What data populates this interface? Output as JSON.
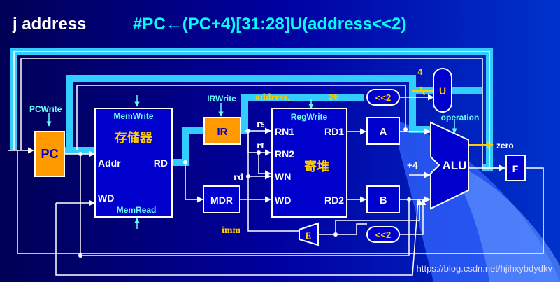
{
  "title": {
    "instruction": "j address",
    "rtl": "#PC←(PC+4)[31:28]U(address<<2)"
  },
  "blocks": {
    "pc": "PC",
    "memory": "存储器",
    "mem_addr": "Addr",
    "mem_rd": "RD",
    "mem_wd": "WD",
    "mem_write": "MemWrite",
    "mem_read": "MemRead",
    "ir": "IR",
    "ir_write": "IRWrite",
    "mdr": "MDR",
    "regfile": "寄堆",
    "reg_write": "RegWrite",
    "rn1": "RN1",
    "rn2": "RN2",
    "wn": "WN",
    "reg_wd": "WD",
    "rd1": "RD1",
    "rd2": "RD2",
    "a": "A",
    "b": "B",
    "alu": "ALU",
    "f": "F",
    "u": "U",
    "e": "E",
    "shl2_top": "<<2",
    "shl2_bottom": "<<2"
  },
  "signals": {
    "pc_write": "PCWrite",
    "operation": "operation",
    "zero": "zero",
    "plus4": "+4",
    "four": "4",
    "address": "address",
    "twentysix": "26",
    "rs": "rs",
    "rt": "rt",
    "rd": "rd",
    "imm": "imm"
  },
  "watermark": "https://blog.csdn.net/hjihxybdydkv",
  "colors": {
    "background": "#000066",
    "highlight_path": "#33CCFF",
    "block_fill": "#0000CC",
    "ir_pc_fill": "#FF9900",
    "control_label": "#66FFFF",
    "annotation": "#FFCC00",
    "title": "#FFFFFF",
    "rtl": "#00FFFF"
  }
}
